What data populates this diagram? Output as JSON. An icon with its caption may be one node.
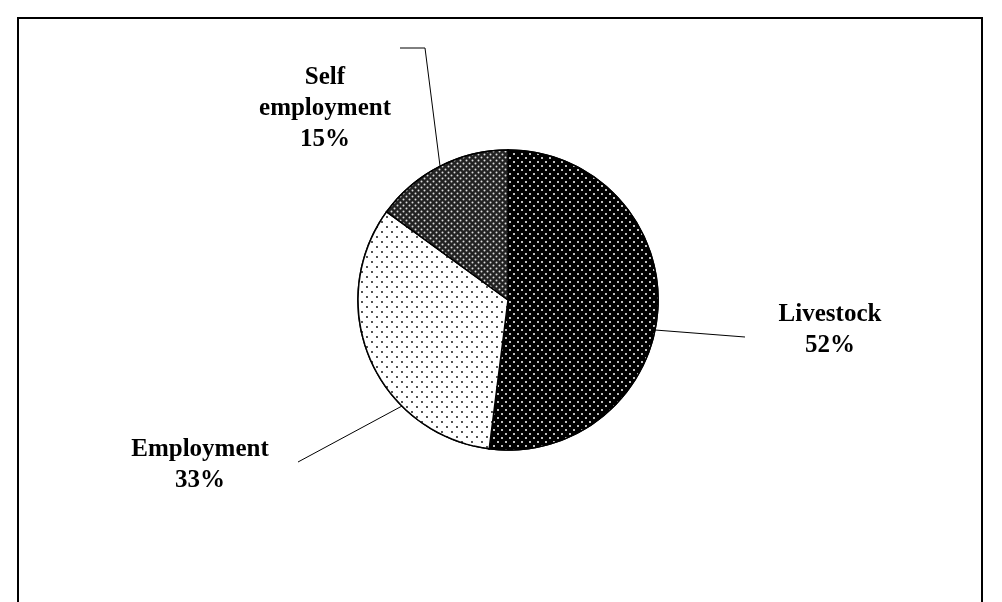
{
  "diagram": {
    "chart_data": {
      "type": "pie",
      "categories": [
        "Livestock",
        "Employment",
        "Self employment"
      ],
      "values": [
        52,
        33,
        15
      ],
      "value_labels": [
        "52%",
        "33%",
        "15%"
      ]
    }
  }
}
